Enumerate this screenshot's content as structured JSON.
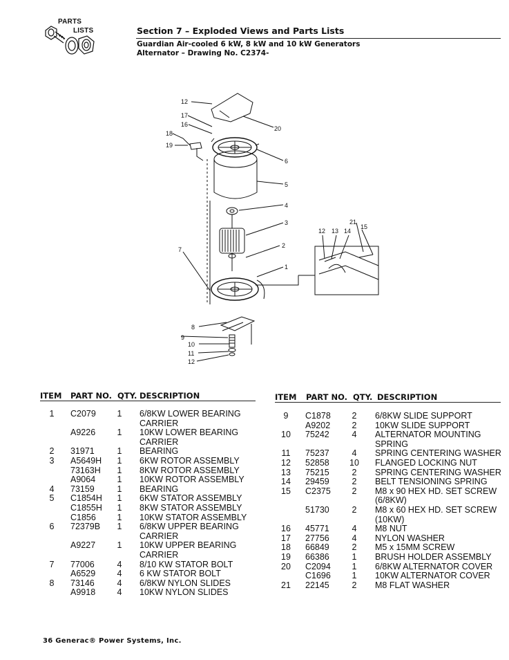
{
  "logo": {
    "line1": "PARTS",
    "line2": "LISTS"
  },
  "header": {
    "section_title": "Section 7 – Exploded Views and Parts Lists",
    "subtitle_1": "Guardian Air-cooled 6 kW, 8 kW and 10 kW Generators",
    "subtitle_2": "Alternator – Drawing No. C2374-"
  },
  "callouts": [
    "12",
    "17",
    "16",
    "18",
    "19",
    "20",
    "6",
    "5",
    "4",
    "3",
    "2",
    "1",
    "7",
    "8",
    "9",
    "10",
    "11",
    "12",
    "21",
    "12",
    "13",
    "14",
    "15"
  ],
  "table_headers": {
    "item": "ITEM",
    "part_no": "PART NO.",
    "qty": "QTY.",
    "description": "DESCRIPTION"
  },
  "left_rows": [
    {
      "item": "1",
      "part": "C2079",
      "qty": "1",
      "desc": "6/8KW LOWER BEARING"
    },
    {
      "item": "",
      "part": "",
      "qty": "",
      "desc": "CARRIER"
    },
    {
      "item": "",
      "part": "A9226",
      "qty": "1",
      "desc": "10KW LOWER BEARING"
    },
    {
      "item": "",
      "part": "",
      "qty": "",
      "desc": "CARRIER"
    },
    {
      "item": "2",
      "part": "31971",
      "qty": "1",
      "desc": "BEARING"
    },
    {
      "item": "3",
      "part": "A5649H",
      "qty": "1",
      "desc": "6KW ROTOR ASSEMBLY"
    },
    {
      "item": "",
      "part": "73163H",
      "qty": "1",
      "desc": "8KW ROTOR ASSEMBLY"
    },
    {
      "item": "",
      "part": "A9064",
      "qty": "1",
      "desc": "10KW ROTOR ASSEMBLY"
    },
    {
      "item": "4",
      "part": "73159",
      "qty": "1",
      "desc": "BEARING"
    },
    {
      "item": "5",
      "part": "C1854H",
      "qty": "1",
      "desc": "6KW STATOR ASSEMBLY"
    },
    {
      "item": "",
      "part": "C1855H",
      "qty": "1",
      "desc": "8KW STATOR ASSEMBLY"
    },
    {
      "item": "",
      "part": "C1856",
      "qty": "1",
      "desc": "10KW STATOR ASSEMBLY"
    },
    {
      "item": "6",
      "part": "72379B",
      "qty": "1",
      "desc": "6/8KW UPPER BEARING"
    },
    {
      "item": "",
      "part": "",
      "qty": "",
      "desc": "CARRIER"
    },
    {
      "item": "",
      "part": "A9227",
      "qty": "1",
      "desc": "10KW UPPER BEARING"
    },
    {
      "item": "",
      "part": "",
      "qty": "",
      "desc": "CARRIER"
    },
    {
      "item": "7",
      "part": "77006",
      "qty": "4",
      "desc": "8/10 KW STATOR BOLT"
    },
    {
      "item": "",
      "part": "A6529",
      "qty": "4",
      "desc": "6 KW STATOR BOLT"
    },
    {
      "item": "8",
      "part": "73146",
      "qty": "4",
      "desc": "6/8KW NYLON SLIDES"
    },
    {
      "item": "",
      "part": "A9918",
      "qty": "4",
      "desc": "10KW NYLON SLIDES"
    }
  ],
  "right_rows": [
    {
      "item": "9",
      "part": "C1878",
      "qty": "2",
      "desc": "6/8KW SLIDE SUPPORT"
    },
    {
      "item": "",
      "part": "A9202",
      "qty": "2",
      "desc": "10KW SLIDE SUPPORT"
    },
    {
      "item": "10",
      "part": "75242",
      "qty": "4",
      "desc": "ALTERNATOR MOUNTING"
    },
    {
      "item": "",
      "part": "",
      "qty": "",
      "desc": "SPRING"
    },
    {
      "item": "11",
      "part": "75237",
      "qty": "4",
      "desc": "SPRING CENTERING WASHER"
    },
    {
      "item": "12",
      "part": "52858",
      "qty": "10",
      "desc": "FLANGED LOCKING NUT"
    },
    {
      "item": "13",
      "part": "75215",
      "qty": "2",
      "desc": "SPRING CENTERING WASHER"
    },
    {
      "item": "14",
      "part": "29459",
      "qty": "2",
      "desc": "BELT TENSIONING SPRING"
    },
    {
      "item": "15",
      "part": "C2375",
      "qty": "2",
      "desc": "M8 x 90 HEX HD. SET SCREW"
    },
    {
      "item": "",
      "part": "",
      "qty": "",
      "desc": "(6/8KW)"
    },
    {
      "item": "",
      "part": "51730",
      "qty": "2",
      "desc": "M8 x 60 HEX HD. SET SCREW"
    },
    {
      "item": "",
      "part": "",
      "qty": "",
      "desc": "(10KW)"
    },
    {
      "item": "16",
      "part": "45771",
      "qty": "4",
      "desc": "M8 NUT"
    },
    {
      "item": "17",
      "part": "27756",
      "qty": "4",
      "desc": "NYLON WASHER"
    },
    {
      "item": "18",
      "part": "66849",
      "qty": "2",
      "desc": "M5 x 15MM SCREW"
    },
    {
      "item": "19",
      "part": "66386",
      "qty": "1",
      "desc": "BRUSH HOLDER ASSEMBLY"
    },
    {
      "item": "20",
      "part": "C2094",
      "qty": "1",
      "desc": "6/8KW ALTERNATOR COVER"
    },
    {
      "item": "",
      "part": "C1696",
      "qty": "1",
      "desc": "10KW ALTERNATOR COVER"
    },
    {
      "item": "21",
      "part": "22145",
      "qty": "2",
      "desc": "M8 FLAT WASHER"
    }
  ],
  "footer": {
    "text": "36 Generac® Power Systems, Inc."
  }
}
